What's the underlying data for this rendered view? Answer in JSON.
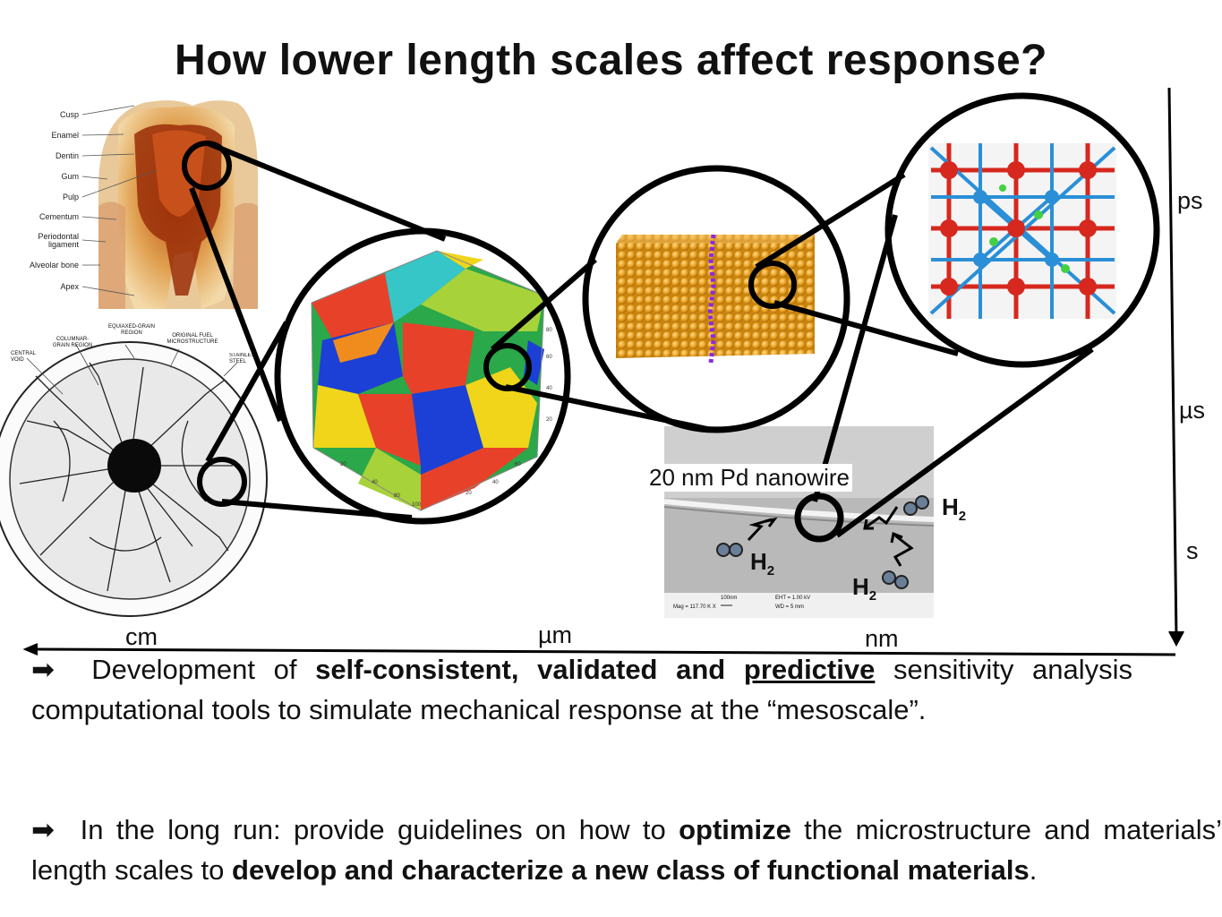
{
  "title": "How lower length scales affect response?",
  "tooth_labels": [
    "Cusp",
    "Enamel",
    "Dentin",
    "Gum",
    "Pulp",
    "Cementum",
    "Periodontal ligament",
    "Alveolar bone",
    "Apex"
  ],
  "fuel_labels": [
    "CENTRAL VOID",
    "COLUMNAR-GRAIN REGION",
    "EQUIAXED-GRAIN REGION",
    "ORIGINAL FUEL MICROSTRUCTURE",
    "STAINLESS STEEL CLAD"
  ],
  "nanowire": {
    "label": "20 nm Pd nanowire",
    "h2_label": "H",
    "h2_sub": "2",
    "sem_info": [
      "100nm",
      "EHT = 1.00 kV",
      "Mag = 117.70 K X",
      "WD = 5 mm"
    ]
  },
  "time_axis": {
    "labels": [
      "ps",
      "µs",
      "s"
    ]
  },
  "length_axis": {
    "labels": [
      "cm",
      "µm",
      "nm"
    ]
  },
  "bullets": [
    {
      "marker": "➡",
      "text_1": "Development of ",
      "bold_1": "self-consistent, validated and ",
      "bold_underlined": "predictive",
      "text_2": " sensitivity analysis computational tools to simulate mechanical response at the “mesoscale”."
    },
    {
      "marker": "➡",
      "text_1": "In the long run: provide guidelines on how to ",
      "bold_1": "optimize",
      "text_2": " the microstructure and materials’ length scales to ",
      "bold_2": "develop and characterize a new class of functional materials",
      "text_3": "."
    }
  ],
  "colors": {
    "grain_palette": [
      "#e8412a",
      "#2aa84a",
      "#1c3fd6",
      "#f0d51a",
      "#36c6c8",
      "#a8d23a",
      "#f08c1e"
    ],
    "atom_gold": "#e8a020",
    "gb_purple": "#8a2be2",
    "lattice_red": "#d6281e",
    "lattice_blue": "#2a8fd6"
  }
}
